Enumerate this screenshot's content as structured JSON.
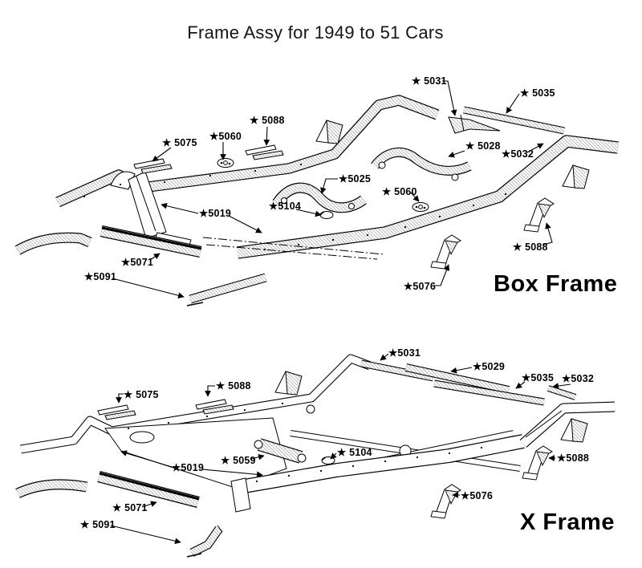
{
  "title": "Frame Assy for 1949 to 51 Cars",
  "box_frame": {
    "caption": "Box Frame",
    "labels": {
      "p5031": "★ 5031",
      "p5035": "★ 5035",
      "p5088_top": "★ 5088",
      "p5060_left": "★5060",
      "p5075": "★ 5075",
      "p5028": "★ 5028",
      "p5032": "★5032",
      "p5025": "★5025",
      "p5060_center": "★ 5060",
      "p5019": "★5019",
      "p5104": "★5104",
      "p5071": "★5071",
      "p5091": "★5091",
      "p5088_right": "★ 5088",
      "p5076": "★5076"
    }
  },
  "x_frame": {
    "caption": "X Frame",
    "labels": {
      "p5031": "★5031",
      "p5029": "★5029",
      "p5035": "★5035",
      "p5032": "★5032",
      "p5075": "★ 5075",
      "p5088_left": "★ 5088",
      "p5059": "★ 5059",
      "p5019": "★5019",
      "p5104": "★ 5104",
      "p5071": "★ 5071",
      "p5091": "★ 5091",
      "p5088_right": "★5088",
      "p5076": "★5076"
    }
  }
}
